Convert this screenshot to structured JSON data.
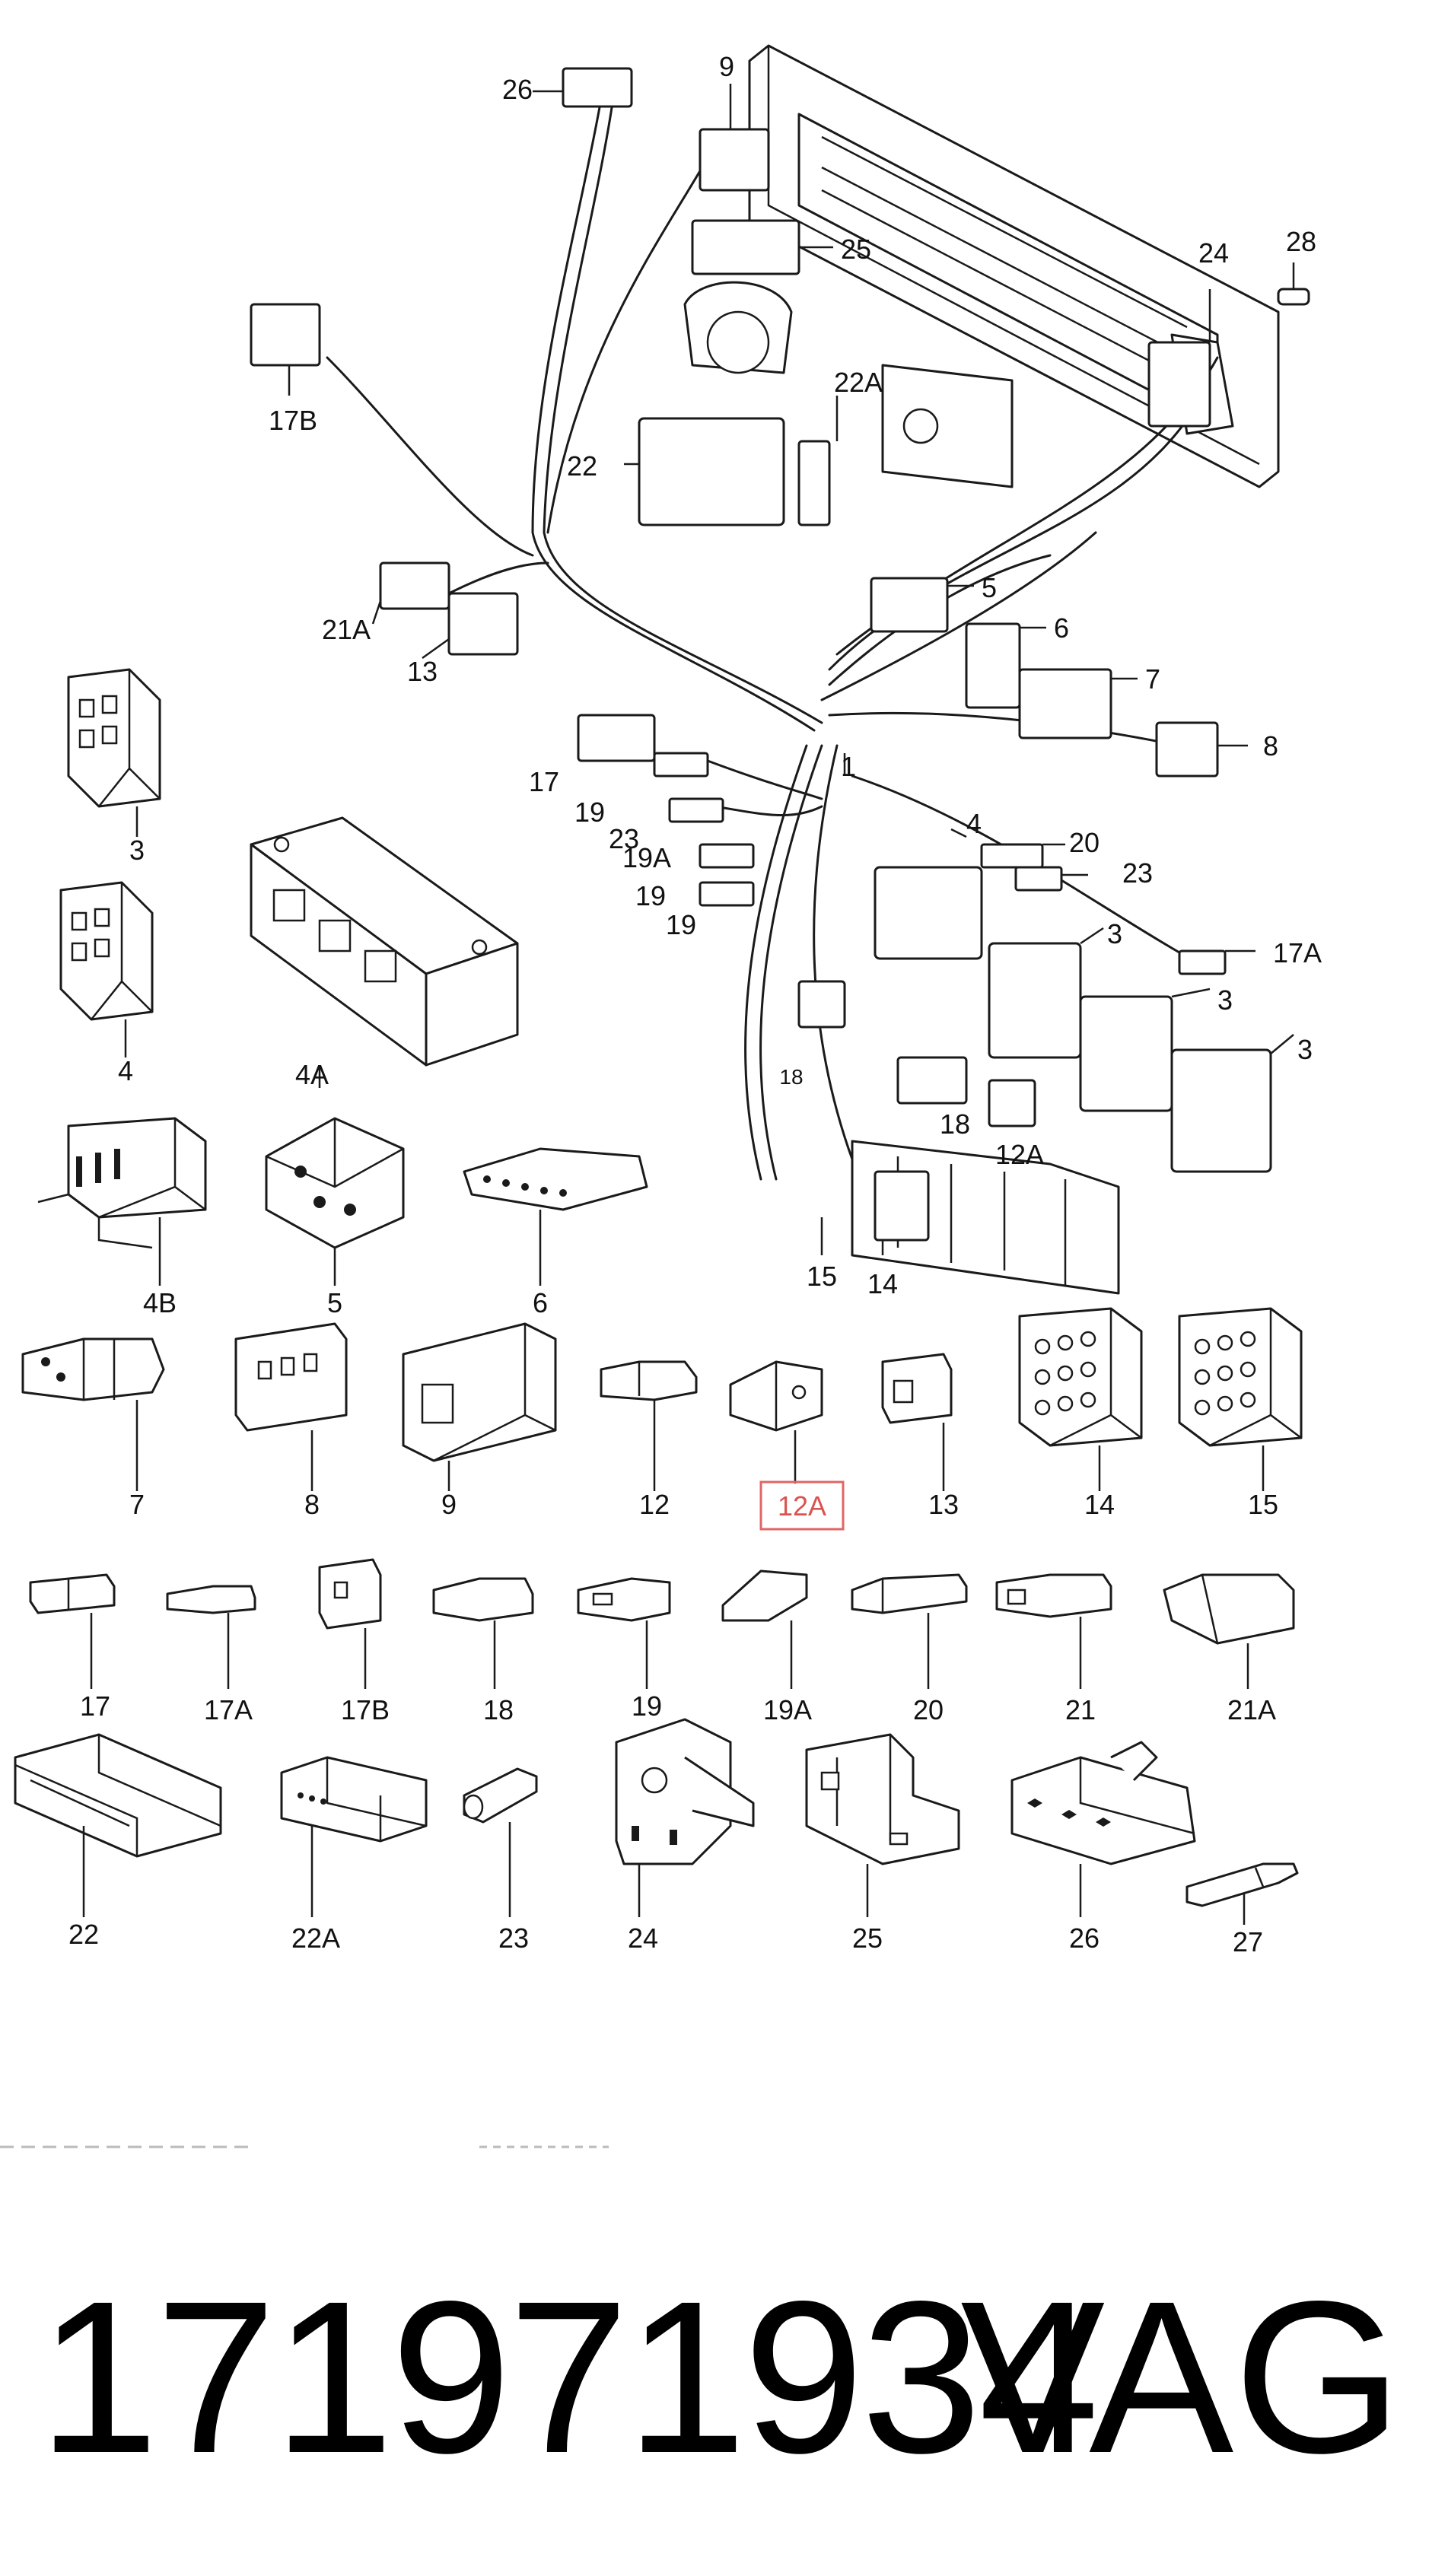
{
  "callouts": {
    "c1": "1",
    "c3a": "3",
    "c3b": "3",
    "c3c": "3",
    "c3d": "3",
    "c4a": "4",
    "c4b": "4",
    "c4A": "4A",
    "c4B": "4B",
    "c5a": "5",
    "c5b": "5",
    "c6a": "6",
    "c6b": "6",
    "c7a": "7",
    "c7b": "7",
    "c8a": "8",
    "c8b": "8",
    "c9a": "9",
    "c9b": "9",
    "c12": "12",
    "c12Aa": "12A",
    "c12Ab": "12A",
    "c13a": "13",
    "c13b": "13",
    "c14a": "14",
    "c14b": "14",
    "c15a": "15",
    "c15b": "15",
    "c17a": "17",
    "c17b": "17",
    "c17Aa": "17A",
    "c17Ab": "17A",
    "c17Ba": "17B",
    "c17Bb": "17B",
    "c18a": "18",
    "c18b": "18",
    "c18c": "18",
    "c19a": "19",
    "c19b": "19",
    "c19c": "19",
    "c19d": "19",
    "c19Aa": "19A",
    "c19Ab": "19A",
    "c20a": "20",
    "c20b": "20",
    "c21": "21",
    "c21Aa": "21A",
    "c21Ab": "21A",
    "c22a": "22",
    "c22b": "22",
    "c22Aa": "22A",
    "c22Ab": "22A",
    "c23a": "23",
    "c23b": "23",
    "c23c": "23",
    "c24a": "24",
    "c24b": "24",
    "c25a": "25",
    "c25b": "25",
    "c26a": "26",
    "c26b": "26",
    "c27": "27",
    "c28": "28"
  },
  "highlighted_callout": "12A",
  "footer": {
    "part_number": "171971934",
    "brand": "VAG"
  },
  "colors": {
    "line": "#1a1a1a",
    "highlight": "#e06666"
  }
}
